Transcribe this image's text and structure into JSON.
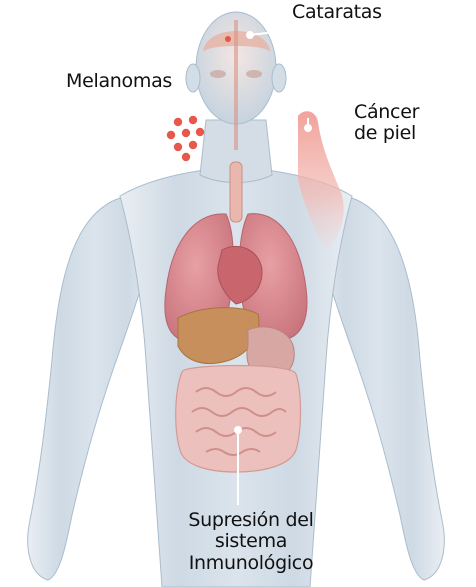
{
  "labels": {
    "cataratas": "Cataratas",
    "melanomas": "Melanomas",
    "cancer_line1": "Cáncer",
    "cancer_line2": "de piel",
    "supresion_line1": "Supresión del",
    "supresion_line2": "sistema",
    "supresion_line3": "Inmunológico"
  },
  "colors": {
    "body": "#cfdbe6",
    "body_edge": "#9fb4c6",
    "lungs": "#d9868d",
    "liver": "#c9935e",
    "stomach": "#d6a6a2",
    "intestines": "#e7b3b1",
    "skin_highlight": "#f0a9a2",
    "melanoma_dots": "#e8574c",
    "pointer": "#ffffff",
    "text": "#111111"
  }
}
